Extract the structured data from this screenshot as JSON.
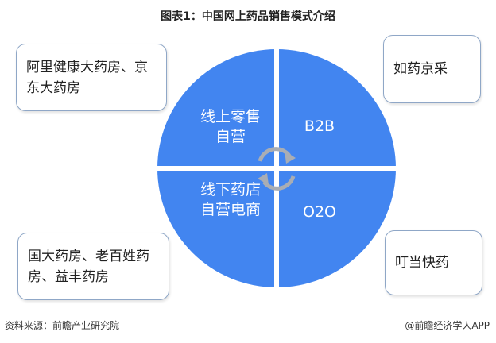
{
  "title": "图表1：中国网上药品销售模式介绍",
  "quadrants": {
    "top_left": "线上零售自营",
    "top_right": "B2B",
    "bottom_left": "线下药店自营电商",
    "bottom_right": "O2O"
  },
  "boxes": {
    "top_left": "阿里健康大药房、京东大药房",
    "top_right": "如药京采",
    "bottom_left": "国大药房、老百姓药房、益丰药房",
    "bottom_right": "叮当快药"
  },
  "colors": {
    "circle": "#4285f0",
    "arrows": "#a9adb4"
  },
  "footer": {
    "source": "资料来源：前瞻产业研究院",
    "credit": "@前瞻经济学人APP"
  }
}
